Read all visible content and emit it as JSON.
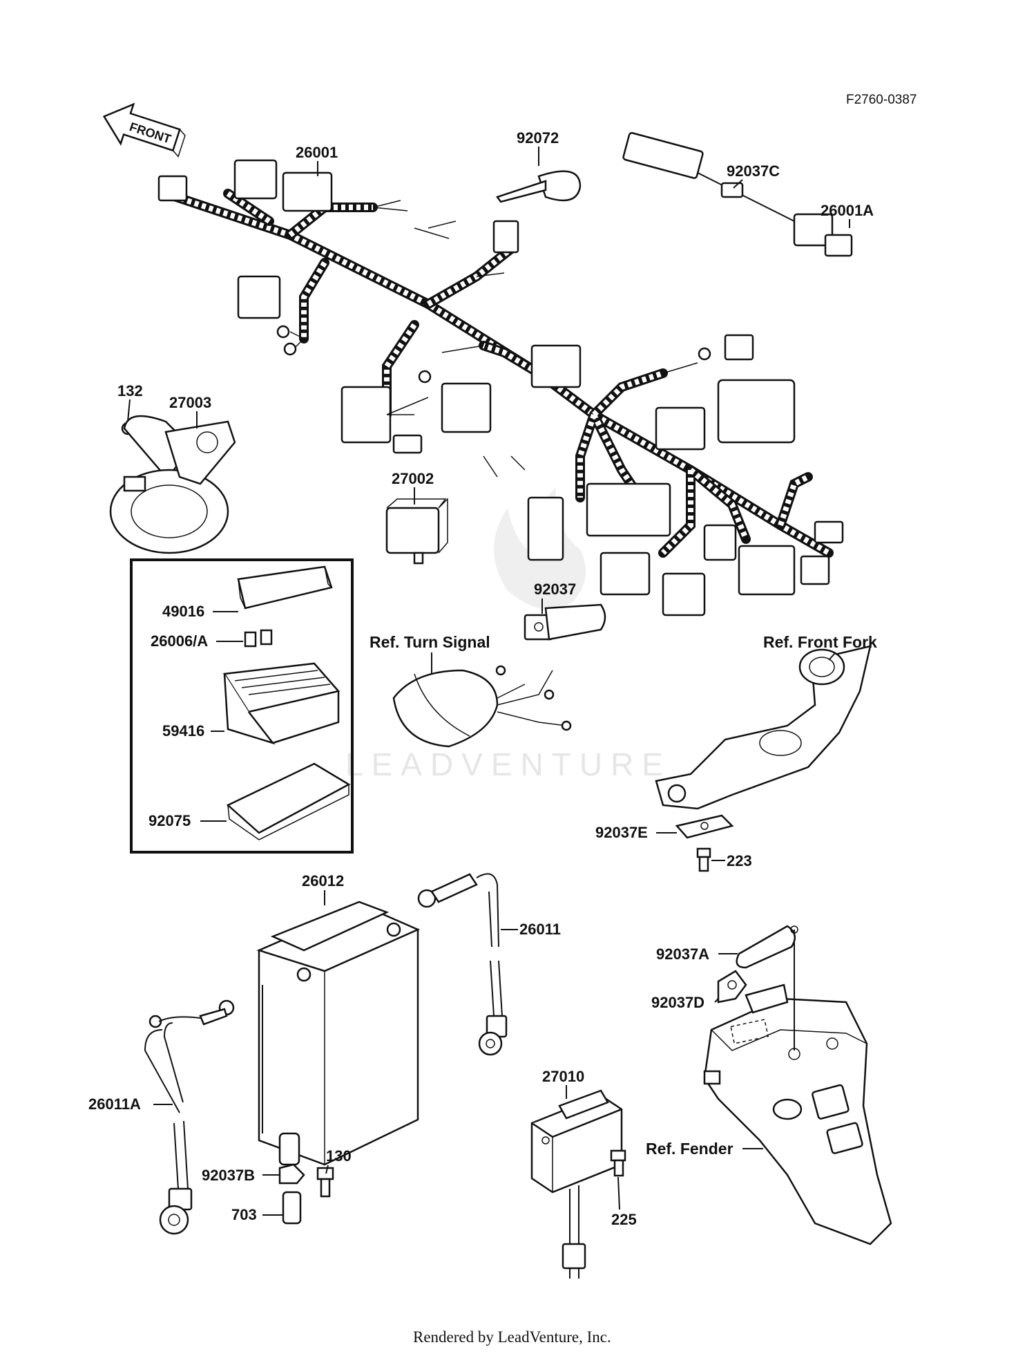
{
  "figure_code": "F2760-0387",
  "front_label": "FRONT",
  "watermark": "LEADVENTURE",
  "footer": "Rendered by LeadVenture, Inc.",
  "colors": {
    "ink": "#111111",
    "background": "#ffffff",
    "watermark": "#e6e6e6"
  },
  "parts": {
    "p26001": "26001",
    "p92072": "92072",
    "p92037C": "92037C",
    "p26001A": "26001A",
    "p132": "132",
    "p27003": "27003",
    "p27002": "27002",
    "p49016": "49016",
    "p26006A": "26006/A",
    "p59416": "59416",
    "p92075": "92075",
    "p92037": "92037",
    "p92037E": "92037E",
    "p223": "223",
    "p26012": "26012",
    "p26011": "26011",
    "p92037A": "92037A",
    "p92037D": "92037D",
    "p26011A": "26011A",
    "p27010": "27010",
    "p130": "130",
    "p92037B": "92037B",
    "p225": "225",
    "p703": "703"
  },
  "references": {
    "turn_signal": "Ref. Turn Signal",
    "front_fork": "Ref. Front Fork",
    "fender": "Ref. Fender"
  }
}
